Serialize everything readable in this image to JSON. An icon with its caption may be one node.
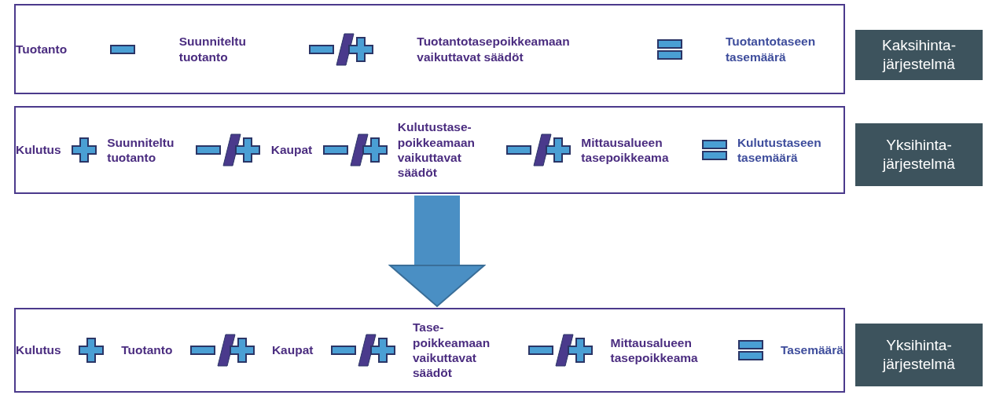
{
  "diagram": {
    "nodes": [
      {
        "text": [
          "Tuotanto",
          "Suunniteltu tuotanto",
          "Tuotantotasepoikkeamaan vaikuttavat säädöt",
          "Tuotantotaseen tasemäärä"
        ]
      },
      {
        "text": [
          "Kaksihinta-järjestelmä"
        ]
      },
      {
        "text": [
          "Kulutus",
          "Suunniteltu tuotanto",
          "Kaupat",
          "Kulutustase-poikkeamaan vaikuttavat säädöt",
          "Mittausalueen tasepoikkeama",
          "Kulutustaseen tasemäärä"
        ]
      },
      {
        "text": [
          "Yksihinta-järjestelmä"
        ]
      },
      {
        "text": [
          "Kulutus",
          "Tuotanto",
          "Kaupat",
          "Tase-poikkeamaan vaikuttavat säädöt",
          "Mittausalueen tasepoikkeama",
          "Tasemäärä"
        ]
      },
      {
        "text": [
          "Yksihinta-järjestelmä"
        ]
      }
    ],
    "edges": [
      {
        "from": 2,
        "to": 4,
        "arrow": "to"
      }
    ]
  }
}
